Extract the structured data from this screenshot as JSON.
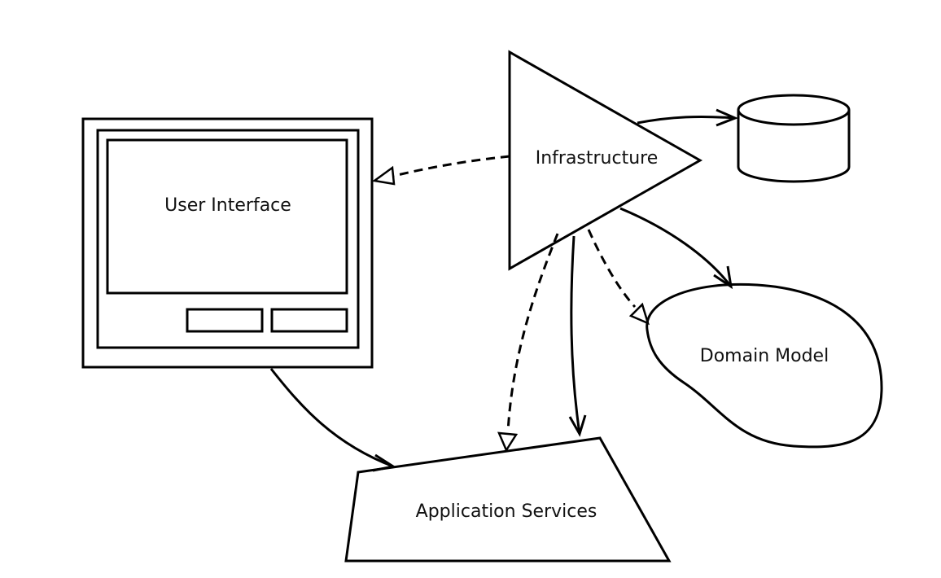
{
  "nodes": {
    "user_interface": {
      "label": "User Interface",
      "shape": "monitor"
    },
    "infrastructure": {
      "label": "Infrastructure",
      "shape": "triangle"
    },
    "database": {
      "label": "",
      "shape": "cylinder"
    },
    "domain_model": {
      "label": "Domain Model",
      "shape": "blob"
    },
    "application_services": {
      "label": "Application Services",
      "shape": "trapezoid"
    }
  },
  "edges": [
    {
      "from": "infrastructure",
      "to": "user_interface",
      "style": "dashed",
      "head": "hollow-triangle"
    },
    {
      "from": "infrastructure",
      "to": "database",
      "style": "solid",
      "head": "open-arrow"
    },
    {
      "from": "infrastructure",
      "to": "domain_model",
      "style": "solid",
      "head": "open-arrow"
    },
    {
      "from": "infrastructure",
      "to": "domain_model",
      "style": "dashed",
      "head": "hollow-triangle"
    },
    {
      "from": "infrastructure",
      "to": "application_services",
      "style": "dashed",
      "head": "hollow-triangle"
    },
    {
      "from": "infrastructure",
      "to": "application_services",
      "style": "solid",
      "head": "open-arrow"
    },
    {
      "from": "user_interface",
      "to": "application_services",
      "style": "solid",
      "head": "open-arrow"
    }
  ],
  "colors": {
    "stroke": "#000000",
    "background": "#ffffff"
  }
}
